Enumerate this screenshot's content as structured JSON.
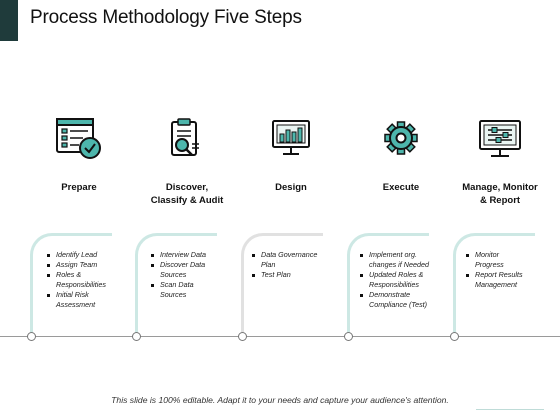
{
  "title": "Process Methodology Five Steps",
  "steps": [
    {
      "title_lines": [
        "Prepare",
        ""
      ],
      "icon": "checklist-icon",
      "bullets": [
        "Identify Lead",
        "Assign Team",
        "Roles &",
        "Responsibilities",
        "Initial Risk",
        "Assessment"
      ]
    },
    {
      "title_lines": [
        "Discover,",
        "Classify & Audit"
      ],
      "icon": "clipboard-magnifier-icon",
      "bullets": [
        "Interview Data",
        "Discover Data",
        "Sources",
        "Scan Data",
        "Sources"
      ]
    },
    {
      "title_lines": [
        "Design",
        ""
      ],
      "icon": "monitor-chart-icon",
      "bullets": [
        "Data Governance",
        "Plan",
        "Test Plan"
      ]
    },
    {
      "title_lines": [
        "Execute",
        ""
      ],
      "icon": "gear-icon",
      "bullets": [
        "Implement org.",
        "changes if Needed",
        "Updated Roles &",
        "Responsibilities",
        "Demonstrate",
        "Compliance (Test)"
      ]
    },
    {
      "title_lines": [
        "Manage, Monitor",
        "& Report"
      ],
      "icon": "monitor-sliders-icon",
      "bullets": [
        "Monitor",
        "Progress",
        "Report Results",
        "Management"
      ]
    }
  ],
  "footer": "This slide is 100% editable. Adapt it to your needs and capture your audience's attention.",
  "colors": {
    "accent_dark": "#1f3b3b",
    "teal": "#4db6ac",
    "teal_light": "#cde8e4",
    "gray_light": "#e1e1e1"
  }
}
